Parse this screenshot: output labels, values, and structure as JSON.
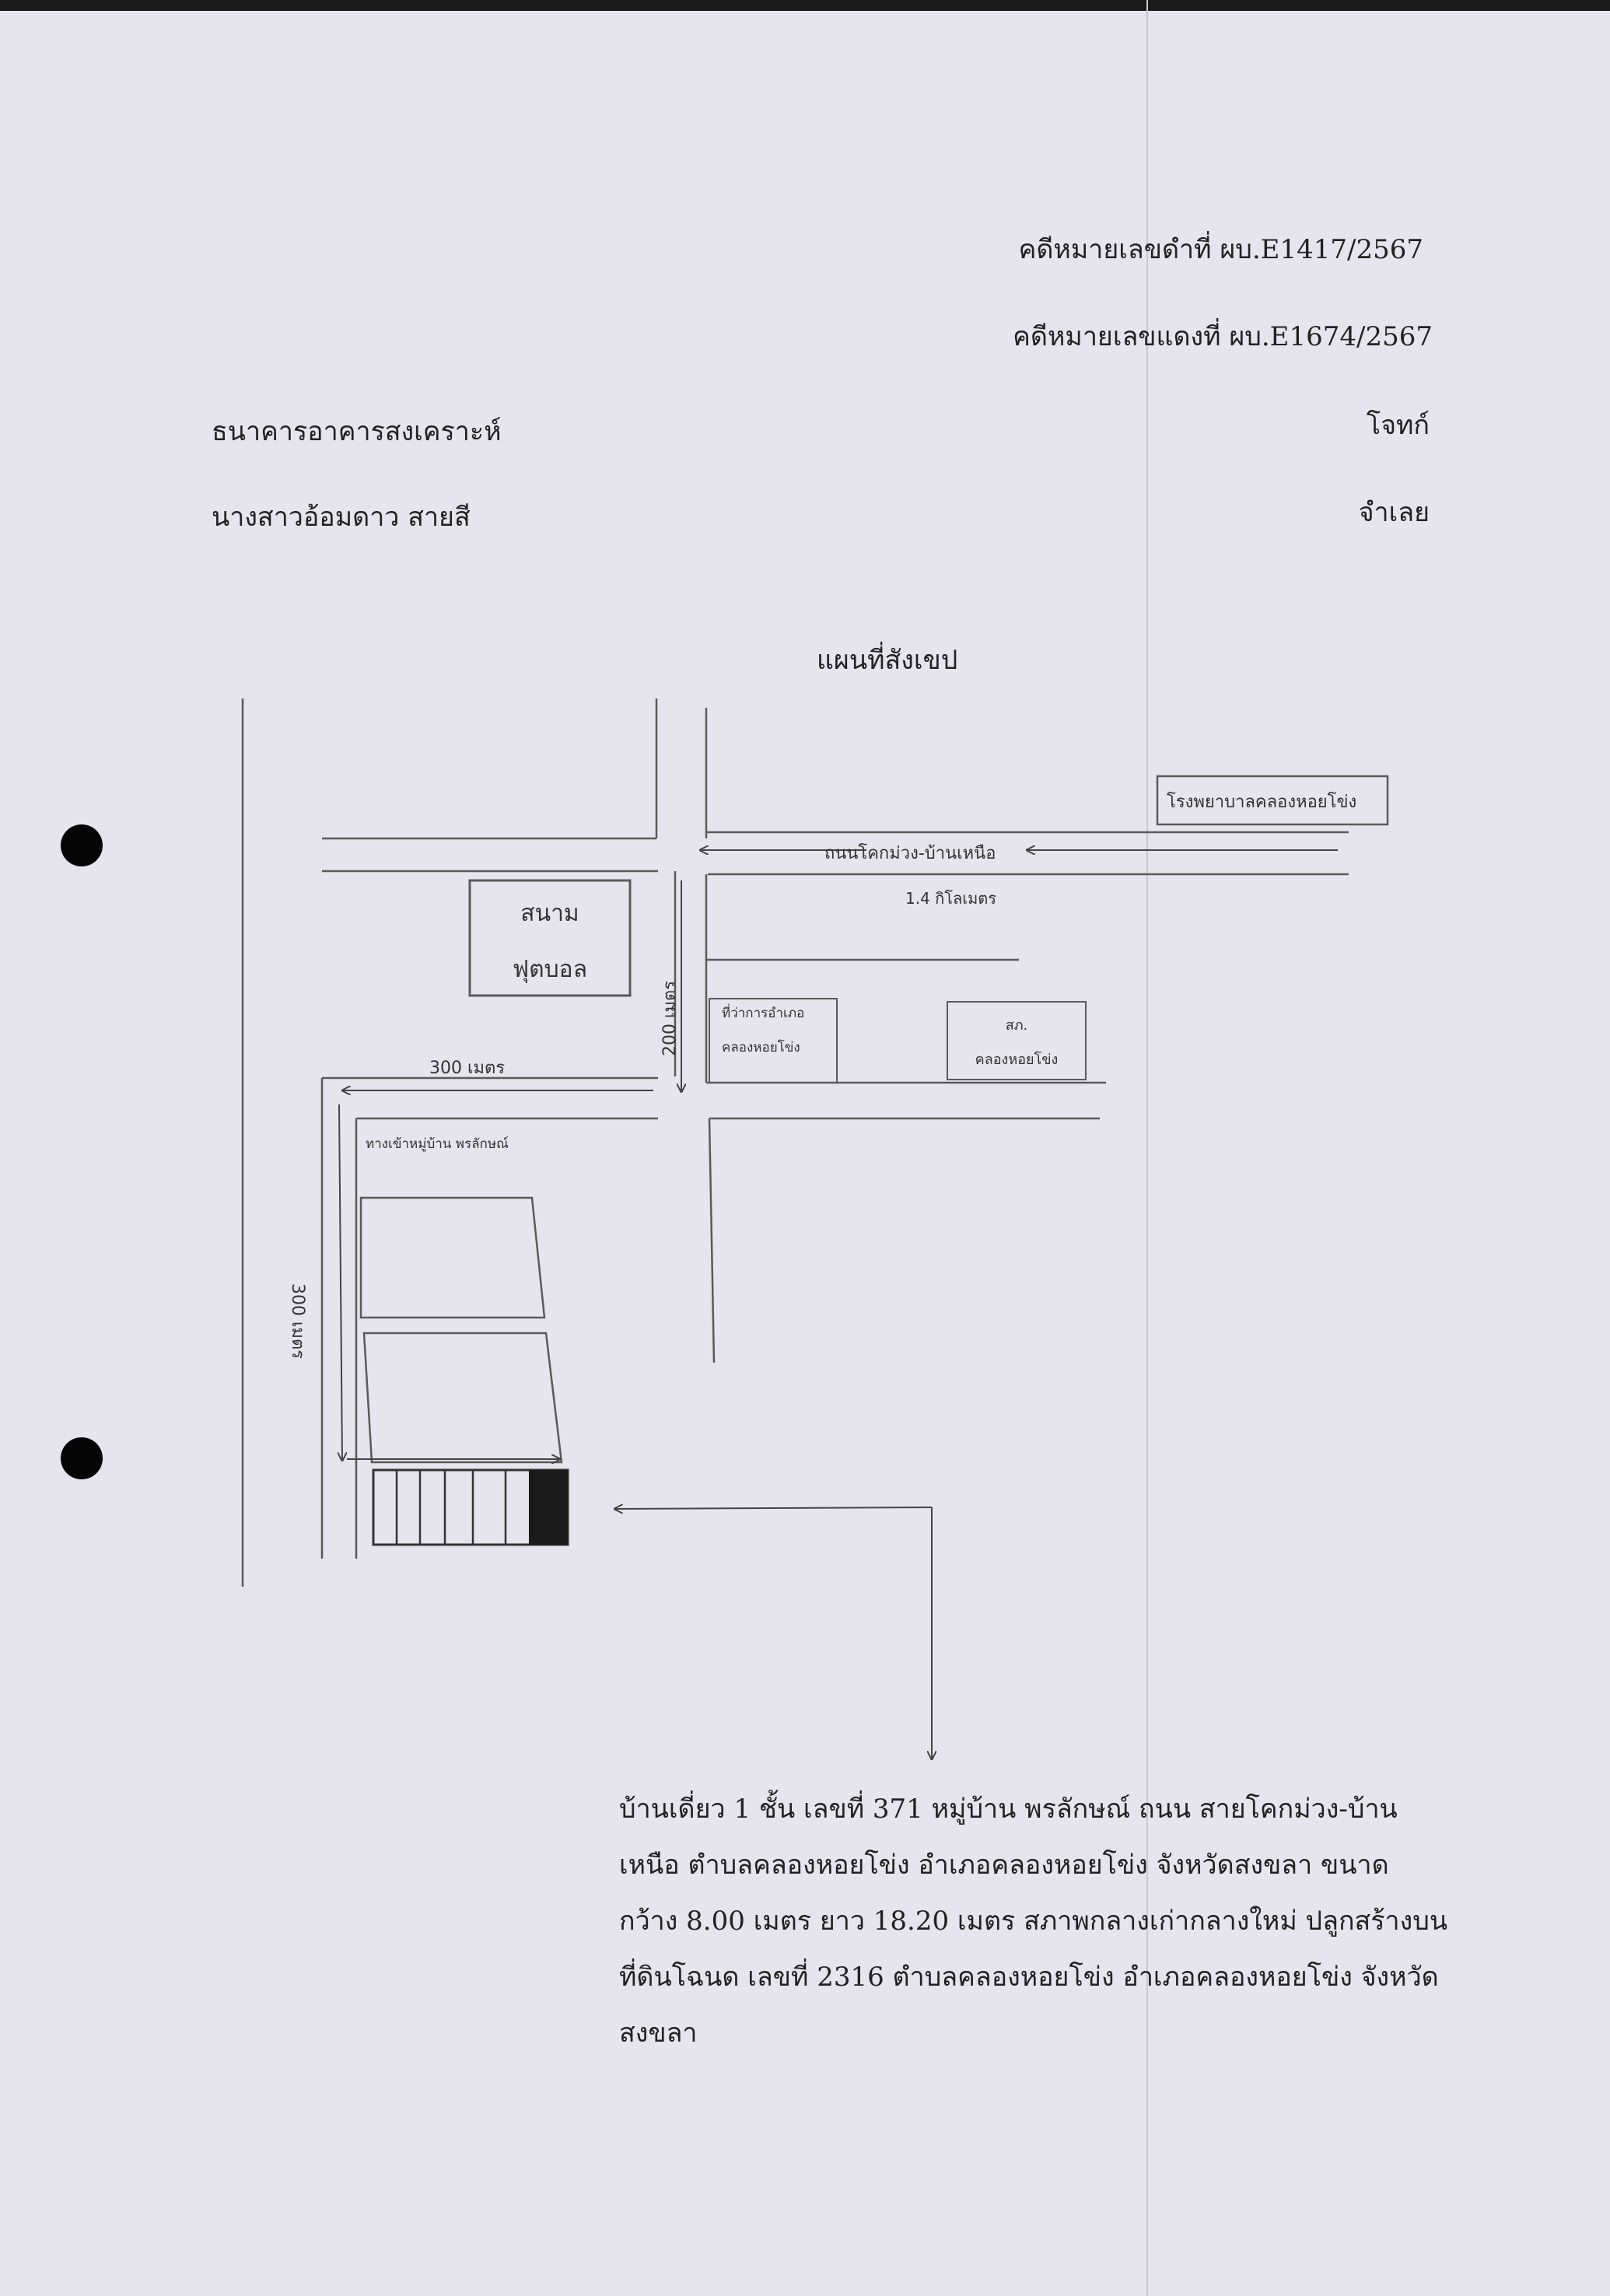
{
  "case": {
    "black_case_no": "คดีหมายเลขดำที่ ผบ.E1417/2567",
    "red_case_no": "คดีหมายเลขแดงที่ ผบ.E1674/2567"
  },
  "parties": {
    "plaintiff_name": "ธนาคารอาคารสงเคราะห์",
    "plaintiff_role": "โจทก์",
    "defendant_name": "นางสาวอ้อมดาว สายสี",
    "defendant_role": "จำเลย"
  },
  "map": {
    "title": "แผนที่สังเขป",
    "labels": {
      "hospital": "โรงพยาบาลคลองหอยโข่ง",
      "main_road": "ถนนโคกม่วง-บ้านเหนือ",
      "dist_1_4km": "1.4 กิโลเมตร",
      "football_field_l1": "สนาม",
      "football_field_l2": "ฟุตบอล",
      "dist_200m": "200 เมตร",
      "district_office_l1": "ที่ว่าการอำเภอ",
      "district_office_l2": "คลองหอยโข่ง",
      "police_l1": "สภ.",
      "police_l2": "คลองหอยโข่ง",
      "dist_300m_h": "300 เมตร",
      "village_entrance": "ทางเข้าหมู่บ้าน พรลักษณ์",
      "dist_300m_v": "300 เมตร"
    }
  },
  "description": {
    "lines": [
      "บ้านเดี่ยว 1 ชั้น  เลขที่ 371 หมู่บ้าน พรลักษณ์  ถนน สายโคกม่วง-บ้าน",
      "เหนือ ตำบลคลองหอยโข่ง อำเภอคลองหอยโข่ง จังหวัดสงขลา  ขนาด",
      "กว้าง 8.00 เมตร ยาว 18.20   เมตร สภาพกลางเก่ากลางใหม่ ปลูกสร้างบน",
      "ที่ดินโฉนด เลขที่ 2316 ตำบลคลองหอยโข่ง  อำเภอคลองหอยโข่ง  จังหวัด",
      "สงขลา"
    ]
  }
}
